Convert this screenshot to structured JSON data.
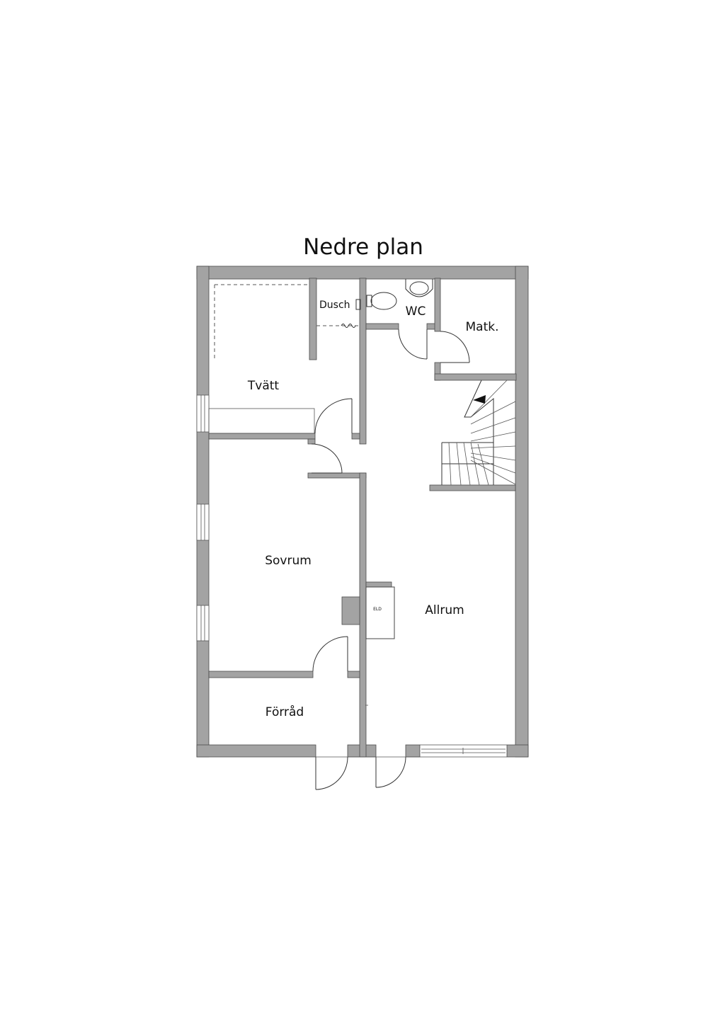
{
  "title": "Nedre plan",
  "rooms": {
    "dusch": "Dusch",
    "wc": "WC",
    "matk": "Matk.",
    "tvatt": "Tvätt",
    "sovrum": "Sovrum",
    "allrum": "Allrum",
    "forrad": "Förråd",
    "eld": "ELD"
  }
}
